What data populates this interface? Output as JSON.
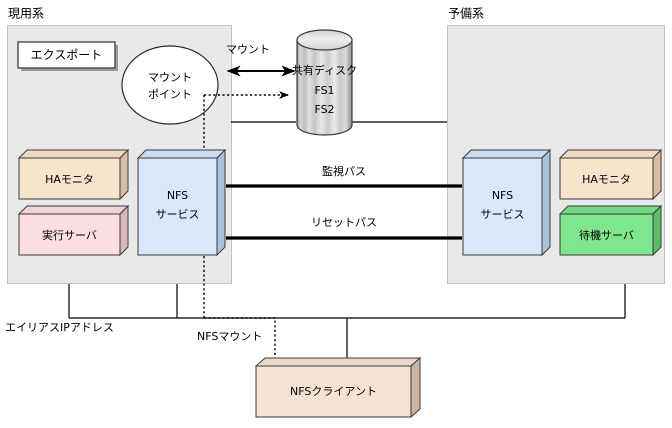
{
  "diagram": {
    "title_active": "現用系",
    "title_standby": "予備系",
    "colors": {
      "panel_fill": "#e9e9e9",
      "panel_stroke": "#c2c2c2",
      "ha_monitor_fill": "#f8e3cd",
      "ha_monitor_top": "#efd9c2",
      "ha_monitor_side": "#d6bda6",
      "active_server_fill": "#fbdee3",
      "active_server_top": "#f0d2d8",
      "active_server_side": "#d9b7bd",
      "standby_server_fill": "#7fe68d",
      "standby_server_top": "#75d882",
      "standby_server_side": "#5cbc69",
      "nfs_service_fill": "#d7e8fb",
      "nfs_service_top": "#c9dcf0",
      "nfs_service_side": "#a8c2d8",
      "nfs_client_fill": "#f6e2d2",
      "nfs_client_top": "#ecd8c8",
      "nfs_client_side": "#cdb4a0",
      "disk_light": "#f2f2f2",
      "disk_mid": "#c9c9c9",
      "disk_dark": "#9b9b9b",
      "line": "#000000",
      "text": "#000000"
    },
    "active_panel": {
      "export_box": "エクスポート",
      "mount_point_line1": "マウント",
      "mount_point_line2": "ポイント",
      "ha_monitor": "HAモニタ",
      "active_server": "実行サーバ",
      "nfs_service_line1": "NFS",
      "nfs_service_line2": "サービス"
    },
    "standby_panel": {
      "ha_monitor": "HAモニタ",
      "standby_server": "待機サーバ",
      "nfs_service_line1": "NFS",
      "nfs_service_line2": "サービス"
    },
    "shared_disk": {
      "line1": "共有ディスク",
      "line2": "FS1",
      "line3": "FS2"
    },
    "edge_labels": {
      "mount": "マウント",
      "monitor_path": "監視パス",
      "reset_path": "リセットパス",
      "alias_ip": "エイリアスIPアドレス",
      "nfs_mount": "NFSマウント"
    },
    "nfs_client": {
      "label": "NFSクライアント"
    }
  }
}
